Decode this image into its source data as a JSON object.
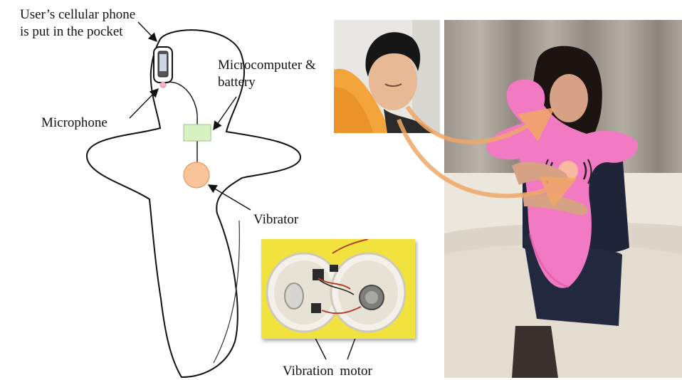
{
  "labels": {
    "phone_pocket": "User’s cellular phone is put in the pocket",
    "microcomputer": "Microcomputer & battery",
    "microphone": "Microphone",
    "vibrator": "Vibrator",
    "vibration_motor": "Vibration motor"
  },
  "colors": {
    "microcomputer_box": "#d9f2c4",
    "vibrator_circle": "#f9c49a",
    "microphone_dot": "#f4b6c2",
    "pillow_pink": "#f27ac2",
    "arrow_orange": "#f0a866",
    "motor_background": "#f2e23e"
  }
}
